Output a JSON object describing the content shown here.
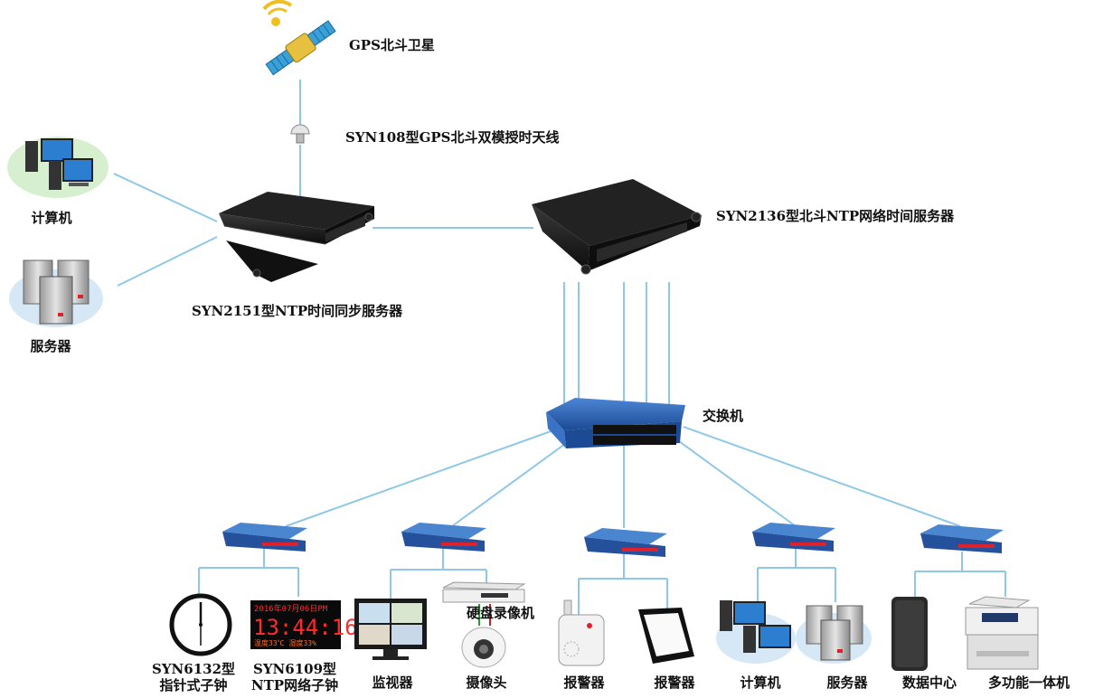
{
  "labels": {
    "satellite": "GPS北斗卫星",
    "antenna": "SYN108型GPS北斗双模授时天线",
    "left_computer": "计算机",
    "left_server": "服务器",
    "server_2151": "SYN2151型NTP时间同步服务器",
    "server_2136": "SYN2136型北斗NTP网络时间服务器",
    "switch": "交换机",
    "analog_clock_l1": "SYN6132型",
    "analog_clock_l2": "指针式子钟",
    "digital_clock_l1": "SYN6109型",
    "digital_clock_l2": "NTP网络子钟",
    "monitor": "监视器",
    "dvr": "硬盘录像机",
    "camera": "摄像头",
    "alarm1": "报警器",
    "alarm2": "报警器",
    "bottom_computer": "计算机",
    "bottom_server": "服务器",
    "datacenter": "数据中心",
    "mfp": "多功能一体机"
  },
  "digital_clock": {
    "date": "2016年07月06日PM",
    "time": "13:44:16",
    "footer": "温度33℃ 湿度33%"
  },
  "colors": {
    "link": "#8fc8e6",
    "device_black": "#151515",
    "switch_blue": "#2a5fb0",
    "led_red": "#e0202a"
  }
}
